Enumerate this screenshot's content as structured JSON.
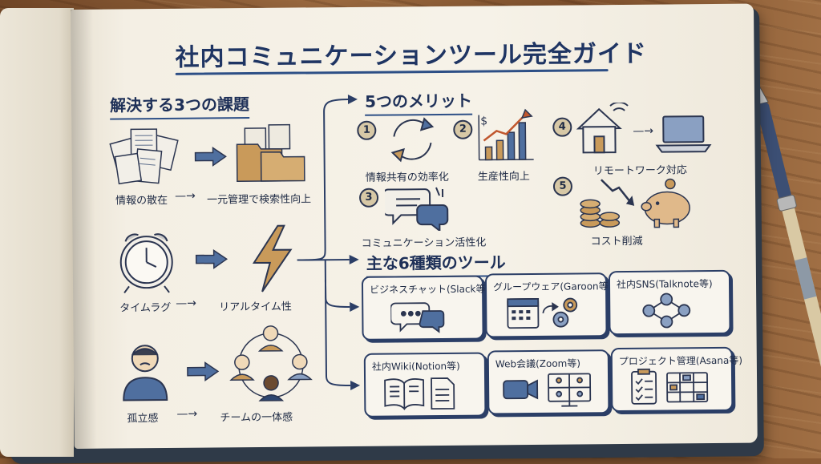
{
  "title": "社内コミュニケーションツール完全ガイド",
  "challenges": {
    "heading": "解決する3つの課題",
    "items": [
      {
        "problem": "情報の散在",
        "solution": "一元管理で検索性向上"
      },
      {
        "problem": "タイムラグ",
        "solution": "リアルタイム性"
      },
      {
        "problem": "孤立感",
        "solution": "チームの一体感"
      }
    ]
  },
  "merits": {
    "heading": "5つのメリット",
    "items": [
      {
        "num": "1",
        "label": "情報共有の効率化"
      },
      {
        "num": "2",
        "label": "生産性向上"
      },
      {
        "num": "3",
        "label": "コミュニケーション活性化"
      },
      {
        "num": "4",
        "label": "リモートワーク対応"
      },
      {
        "num": "5",
        "label": "コスト削減"
      }
    ]
  },
  "tools": {
    "heading": "主な6種類のツール",
    "items": [
      {
        "label": "ビジネスチャット(Slack等)",
        "icon": "chat-bubbles-icon"
      },
      {
        "label": "グループウェア(Garoon等)",
        "icon": "calendar-gears-icon"
      },
      {
        "label": "社内SNS(Talknote等)",
        "icon": "network-icon"
      },
      {
        "label": "社内Wiki(Notion等)",
        "icon": "book-document-icon"
      },
      {
        "label": "Web会議(Zoom等)",
        "icon": "video-conference-icon"
      },
      {
        "label": "プロジェクト管理(Asana等)",
        "icon": "checklist-board-icon"
      }
    ]
  },
  "colors": {
    "ink": "#1f3563",
    "paper": "#f6f2e8",
    "accent_tan": "#c99a5a",
    "accent_blue": "#4f6f9f"
  }
}
